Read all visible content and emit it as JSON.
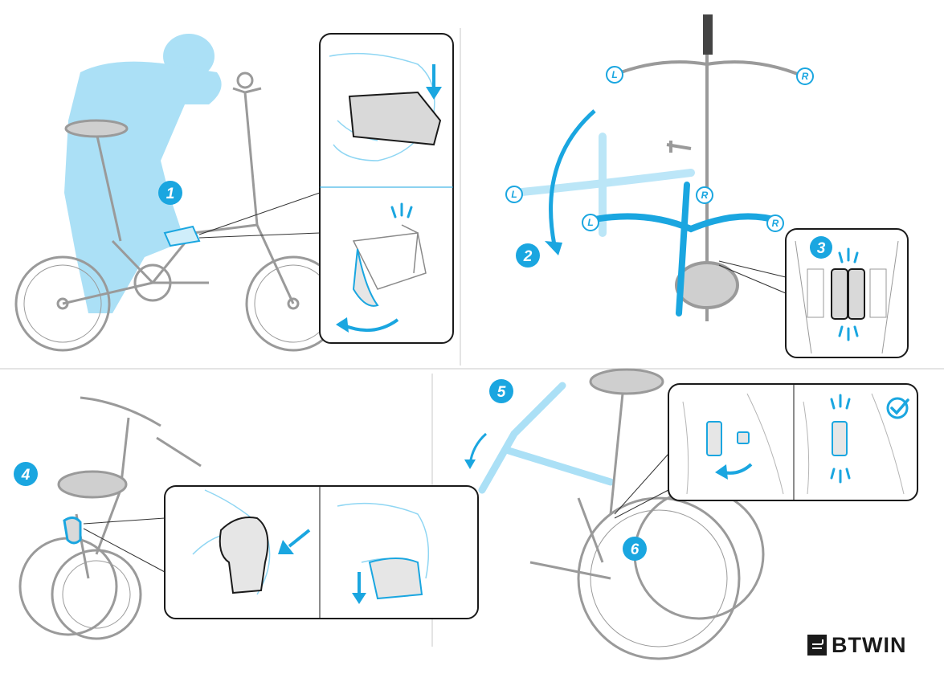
{
  "colors": {
    "accent": "#1aa6e0",
    "accent_light": "#8fd6f3",
    "line": "#9a9a9a",
    "dark": "#1a1a1a"
  },
  "steps": [
    {
      "number": "1",
      "panel": "top-left"
    },
    {
      "number": "2",
      "panel": "top-right"
    },
    {
      "number": "3",
      "panel": "top-right-inset"
    },
    {
      "number": "4",
      "panel": "bottom-left"
    },
    {
      "number": "5",
      "panel": "bottom-right"
    },
    {
      "number": "6",
      "panel": "bottom-right"
    }
  ],
  "handlebar_labels": {
    "left": "L",
    "right": "R"
  },
  "icons": {
    "check": "check-circle-icon"
  },
  "brand": {
    "name": "BTWIN"
  }
}
